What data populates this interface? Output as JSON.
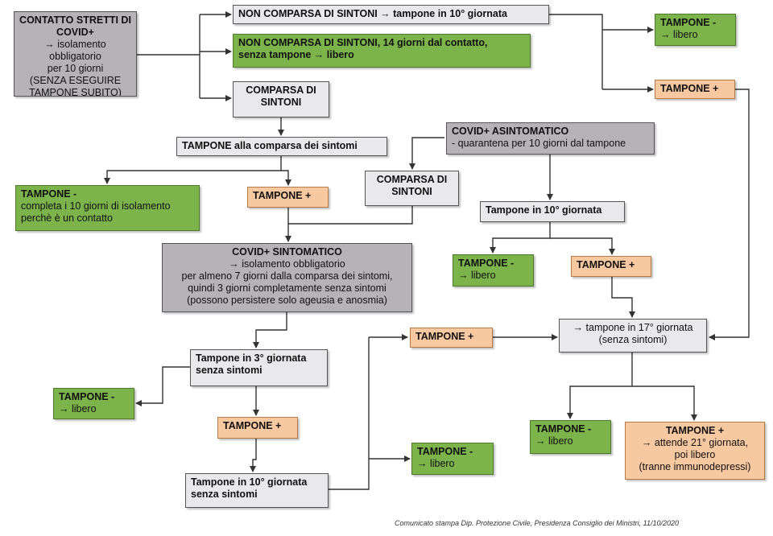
{
  "boxes": {
    "contatto": {
      "title": "CONTATTO STRETTI DI COVID+",
      "l1": "→ isolamento obbligatorio",
      "l2": "per 10 giorni",
      "l3": "(SENZA ESEGUIRE",
      "l4": "TAMPONE SUBITO)"
    },
    "non_comparsa_10": {
      "bold": "NON COMPARSA DI SINTONI",
      "rest": " → tampone in 10° giornata"
    },
    "non_comparsa_14": {
      "l1": "NON COMPARSA DI SINTONI, 14 giorni dal contatto,",
      "l2": "senza tampone → libero"
    },
    "comparsa_1": {
      "l1": "COMPARSA DI",
      "l2": "SINTONI"
    },
    "tampone_neg_top": {
      "title": "TAMPONE -",
      "l1": "→ libero"
    },
    "tampone_pos_top": {
      "title": "TAMPONE +"
    },
    "tampone_comparsa": {
      "bold": "TAMPONE",
      "rest": " alla comparsa dei sintomi"
    },
    "covid_asinto": {
      "title": "COVID+ ASINTOMATICO",
      "l1": "- quarantena per 10 giorni dal tampone"
    },
    "tampone_neg_completa": {
      "title": "TAMPONE -",
      "l1": "completa i 10 giorni di isolamento",
      "l2": "perchè è un contatto"
    },
    "tampone_pos_mid": {
      "title": "TAMPONE +"
    },
    "comparsa_2": {
      "l1": "COMPARSA DI",
      "l2": "SINTONI"
    },
    "tampone_10_asinto": {
      "l1": "Tampone in 10° giornata"
    },
    "covid_sinto": {
      "title": "COVID+ SINTOMATICO",
      "l1": "→ isolamento obbligatorio",
      "l2": "per almeno 7 giorni dalla comparsa dei sintomi,",
      "l3": "quindi 3 giorni completamente senza sintomi",
      "l4": "(possono persistere solo ageusia e anosmia)"
    },
    "tampone_neg_asinto": {
      "title": "TAMPONE -",
      "l1": "→ libero"
    },
    "tampone_pos_asinto": {
      "title": "TAMPONE +"
    },
    "tampone_pos_right": {
      "title": "TAMPONE +"
    },
    "tampone_17": {
      "l1": "→ tampone in 17° giornata",
      "l2": "(senza sintomi)"
    },
    "tampone_3": {
      "l1": "Tampone in 3° giornata",
      "l2": "senza sintomi"
    },
    "tampone_neg_3": {
      "title": "TAMPONE -",
      "l1": "→ libero"
    },
    "tampone_pos_3": {
      "title": "TAMPONE +"
    },
    "tampone_10_sinto": {
      "l1": "Tampone in 10° giornata",
      "l2": "senza sintomi"
    },
    "tampone_neg_10": {
      "title": "TAMPONE -",
      "l1": "→ libero"
    },
    "tampone_neg_17": {
      "title": "TAMPONE -",
      "l1": "→ libero"
    },
    "tampone_pos_17": {
      "title": "TAMPONE +",
      "l1": "→ attende 21° giornata,",
      "l2": "poi libero",
      "l3": "(tranne immunodepressi)"
    }
  },
  "footer": "Comunicato stampa Dip. Protezione Civile, Presidenza Consiglio dei Ministri, 11/10/2020",
  "colors": {
    "gray": "#b6b3b8",
    "light_gray": "#e9e8ea",
    "green": "#7cb34a",
    "orange": "#f8c8a0",
    "line": "#333333"
  }
}
